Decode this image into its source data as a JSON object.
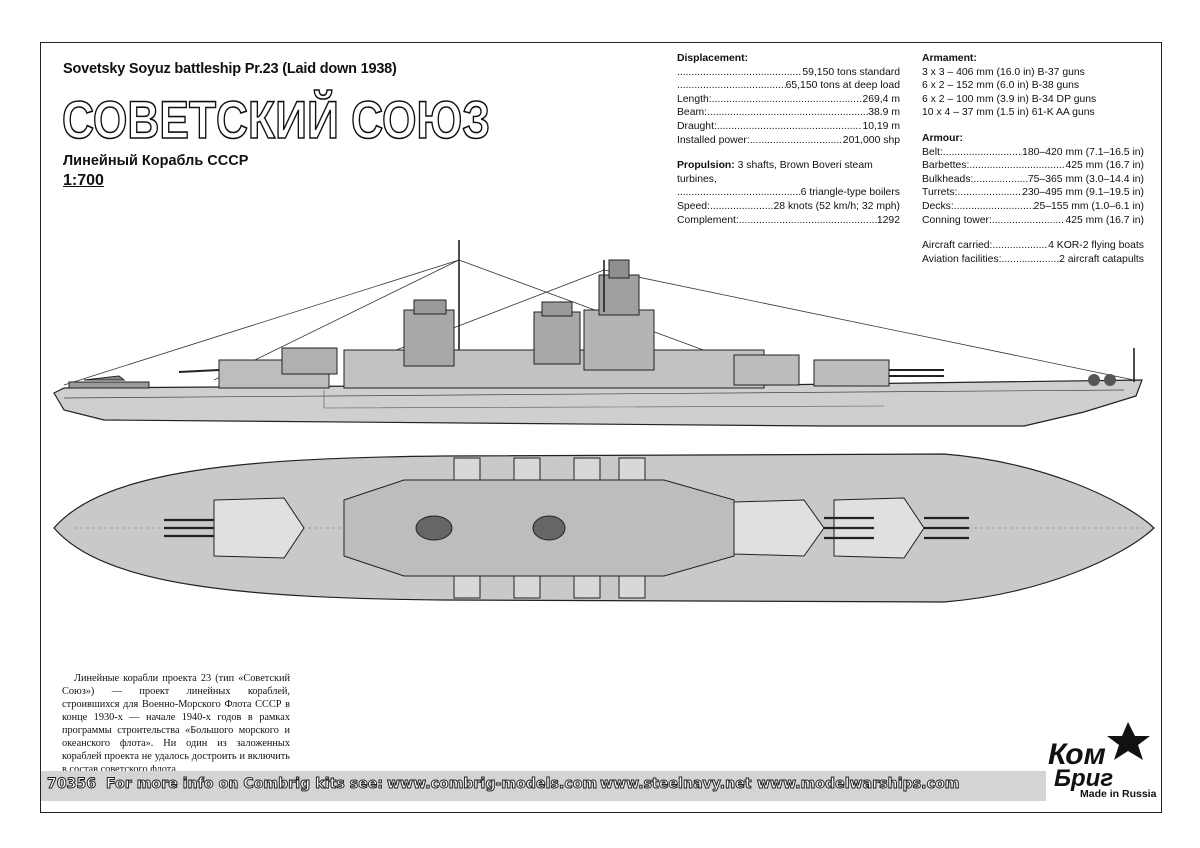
{
  "header": {
    "subtitle": "Sovetsky Soyuz battleship Pr.23 (Laid down 1938)",
    "title_ru": "СОВЕТСКИЙ СОЮЗ",
    "subtitle_ru": "Линейный Корабль СССР",
    "scale": "1:700"
  },
  "specs": {
    "displacement_heading": "Displacement:",
    "displacement": [
      {
        "label": "",
        "value": "59,150 tons standard"
      },
      {
        "label": "",
        "value": "65,150 tons at deep load"
      },
      {
        "label": "Length:",
        "value": "269,4 m"
      },
      {
        "label": "Beam:",
        "value": "38.9 m"
      },
      {
        "label": "Draught:",
        "value": "10,19 m"
      },
      {
        "label": "Installed power: ",
        "value": "201,000 shp"
      }
    ],
    "propulsion_heading": "Propulsion:",
    "propulsion_text": " 3 shafts, Brown Boveri steam turbines,",
    "propulsion": [
      {
        "label": "",
        "value": "6 triangle-type boilers"
      },
      {
        "label": "Speed:",
        "value": "28 knots (52 km/h; 32 mph)"
      },
      {
        "label": "Complement: ",
        "value": "1292"
      }
    ],
    "armament_heading": "Armament:",
    "armament": [
      "3 x 3 – 406 mm (16.0 in) B-37 guns",
      "6 x 2 – 152 mm (6.0 in) B-38 guns",
      "6 x 2 – 100 mm (3.9 in) B-34 DP guns",
      "10 x 4 – 37 mm (1.5 in) 61-K AA guns"
    ],
    "armour_heading": "Armour:",
    "armour": [
      {
        "label": "Belt: ",
        "value": "180–420 mm (7.1–16.5 in)"
      },
      {
        "label": "Barbettes:",
        "value": "425 mm (16.7 in)"
      },
      {
        "label": "Bulkheads: ",
        "value": "75–365 mm (3.0–14.4 in)"
      },
      {
        "label": "Turrets:",
        "value": "230–495 mm (9.1–19.5 in)"
      },
      {
        "label": "Decks:",
        "value": "25–155 mm (1.0–6.1 in)"
      },
      {
        "label": "Conning tower: ",
        "value": "425 mm (16.7 in)"
      }
    ],
    "aviation": [
      {
        "label": "Aircraft carried:",
        "value": "4 KOR-2 flying boats"
      },
      {
        "label": "Aviation facilities:",
        "value": "2 aircraft catapults"
      }
    ]
  },
  "description_ru": "Линейные корабли проекта 23 (тип «Советский Союз») — проект линейных кораблей, строившихся для Военно-Морского Флота СССР в конце 1930-х — начале 1940-х годов в рамках программы строительства «Большого морского и океанского флота». Ни один из заложенных кораблей проекта не удалось достроить и включить в состав советского флота.",
  "footer": {
    "kit_number": "70356",
    "info": "For more info on Combrig kits see:",
    "link1": "www.combrig-models.com",
    "link2": "www.steelnavy.net",
    "link3": "www.modelwarships.com"
  },
  "logo": {
    "line1": "Ком",
    "line2": "Бриг",
    "made_in": "Made in Russia"
  }
}
